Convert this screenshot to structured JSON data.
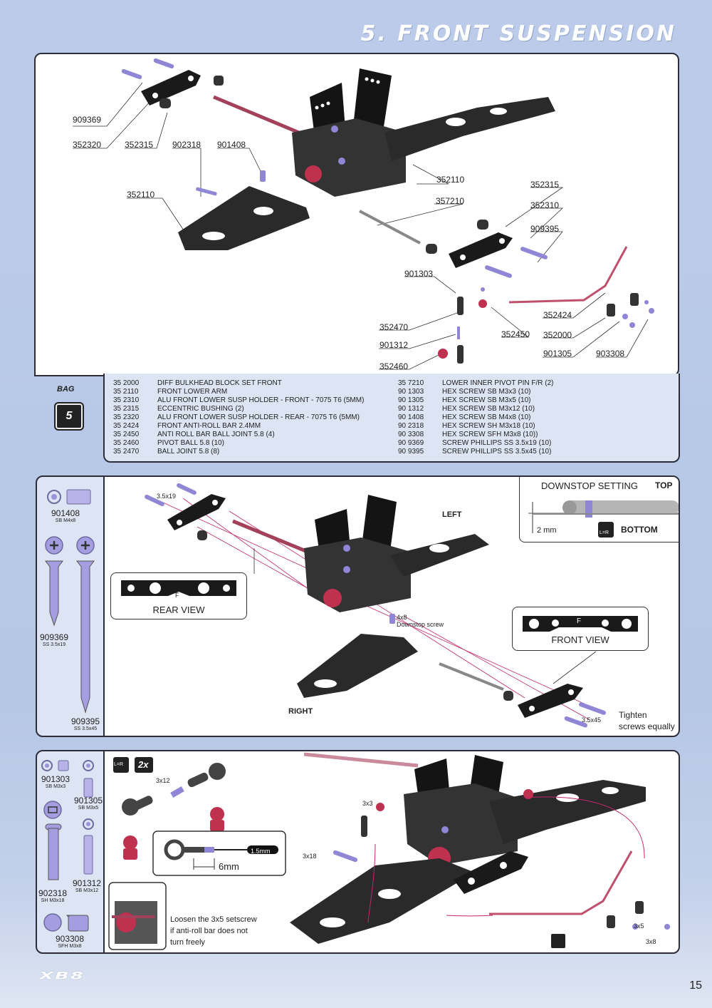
{
  "page_title": "5. FRONT SUSPENSION",
  "page_number": "15",
  "logo_text": "XB8",
  "panel1": {
    "callouts": [
      "909369",
      "352320",
      "352315",
      "902318",
      "901408",
      "352110",
      "352110",
      "357210",
      "352315",
      "352310",
      "909395",
      "901303",
      "352424",
      "352470",
      "352450",
      "352000",
      "901312",
      "901305",
      "903308",
      "352460"
    ]
  },
  "bag": {
    "label": "BAG",
    "number": "5"
  },
  "parts_left": [
    {
      "code": "35 2000",
      "desc": "DIFF BULKHEAD BLOCK SET FRONT"
    },
    {
      "code": "35 2110",
      "desc": "FRONT LOWER ARM"
    },
    {
      "code": "35 2310",
      "desc": "ALU FRONT LOWER SUSP HOLDER - FRONT - 7075 T6 (5MM)"
    },
    {
      "code": "35 2315",
      "desc": "ECCENTRIC BUSHING (2)"
    },
    {
      "code": "35 2320",
      "desc": "ALU FRONT LOWER SUSP HOLDER - REAR - 7075 T6 (5MM)"
    },
    {
      "code": "35 2424",
      "desc": "FRONT ANTI-ROLL BAR 2.4MM"
    },
    {
      "code": "35 2450",
      "desc": "ANTI ROLL BAR BALL JOINT 5.8 (4)"
    },
    {
      "code": "35 2460",
      "desc": "PIVOT BALL 5.8 (10)"
    },
    {
      "code": "35 2470",
      "desc": "BALL JOINT 5.8 (8)"
    }
  ],
  "parts_right": [
    {
      "code": "35 7210",
      "desc": "LOWER INNER PIVOT PIN F/R (2)"
    },
    {
      "code": "90 1303",
      "desc": "HEX SCREW  SB M3x3  (10)"
    },
    {
      "code": "90 1305",
      "desc": "HEX SCREW  SB M3x5  (10)"
    },
    {
      "code": "90 1312",
      "desc": "HEX SCREW  SB M3x12  (10)"
    },
    {
      "code": "90 1408",
      "desc": "HEX SCREW  SB M4x8  (10)"
    },
    {
      "code": "90 2318",
      "desc": "HEX SCREW  SH M3x18  (10)"
    },
    {
      "code": "90 3308",
      "desc": "HEX SCREW  SFH M3x8  (10))"
    },
    {
      "code": "90 9369",
      "desc": "SCREW PHILLIPS SS 3.5x19  (10)"
    },
    {
      "code": "90 9395",
      "desc": "SCREW PHILLIPS SS 3.5x45  (10)"
    }
  ],
  "panel2": {
    "side_parts": [
      {
        "num": "901408",
        "sub": "SB M4x8"
      },
      {
        "num": "909369",
        "sub": "SS 3.5x19"
      },
      {
        "num": "909395",
        "sub": "SS 3.5x45"
      }
    ],
    "label_3519": "3.5x19",
    "label_3545": "3.5x45",
    "left": "LEFT",
    "right": "RIGHT",
    "downstop_title": "DOWNSTOP SETTING",
    "top": "TOP",
    "bottom": "BOTTOM",
    "downstop_value": "2 mm",
    "lr_icon": "L=R",
    "rear_view": "REAR VIEW",
    "front_view": "FRONT VIEW",
    "f_mark": "F",
    "screw_label": "4x8",
    "screw_sub": "Downstop screw",
    "tighten_note": "Tighten screws equally"
  },
  "panel3": {
    "side_parts": [
      {
        "num": "901303",
        "sub": "SB M3x3"
      },
      {
        "num": "901305",
        "sub": "SB M3x5"
      },
      {
        "num": "902318",
        "sub": "SH M3x18"
      },
      {
        "num": "901312",
        "sub": "SB M3x12"
      },
      {
        "num": "903308",
        "sub": "SFH M3x8"
      }
    ],
    "lr_icon": "L=R",
    "times": "2x",
    "label_3x12": "3x12",
    "label_3x3": "3x3",
    "label_3x18": "3x18",
    "label_3x5": "3x5",
    "label_3x8": "3x8",
    "tool_label": "1.5mm",
    "distance": "6mm",
    "loosen_note": "Loosen the 3x5 setscrew if anti-roll bar does not turn freely"
  }
}
